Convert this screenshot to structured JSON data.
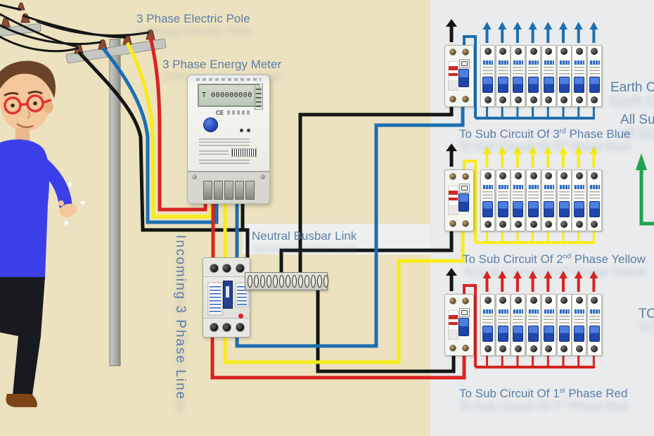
{
  "scene": {
    "pole_label": "3 Phase Electric Pole",
    "meter_label": "3 Phase Energy Meter",
    "busbar_label": "Neutral Busbar Link",
    "incoming_label": "Incoming 3 Phase Line"
  },
  "meter": {
    "lcd_text": "T 000000000",
    "ce_mark": "CE"
  },
  "busbar": {
    "terminal_count": 13
  },
  "banks": [
    {
      "name": "blue-phase-bank",
      "wire_color_key": "blue",
      "label_prefix": "To Sub Circuit Of 3",
      "label_sup": "rd",
      "label_suffix": " Phase Blue",
      "breaker_count": 8
    },
    {
      "name": "yellow-phase-bank",
      "wire_color_key": "yellow",
      "label_prefix": "To Sub Circuit Of 2",
      "label_sup": "nd",
      "label_suffix": " Phase Yellow",
      "breaker_count": 8
    },
    {
      "name": "red-phase-bank",
      "wire_color_key": "red",
      "label_prefix": "To Sub Circuit Of 1",
      "label_sup": "st",
      "label_suffix": " Phase Red",
      "breaker_count": 8
    }
  ],
  "side_labels": {
    "earth": "Earth C",
    "all_sub": "All Su",
    "to": "TO"
  },
  "palette": {
    "red": "#d92321",
    "yellow": "#f8ec18",
    "blue": "#1c6fb0",
    "black": "#151515",
    "green": "#1fa251",
    "label": "#5b7ea7",
    "bg_left": "#ece2bf",
    "bg_right": "#e9ebec"
  }
}
